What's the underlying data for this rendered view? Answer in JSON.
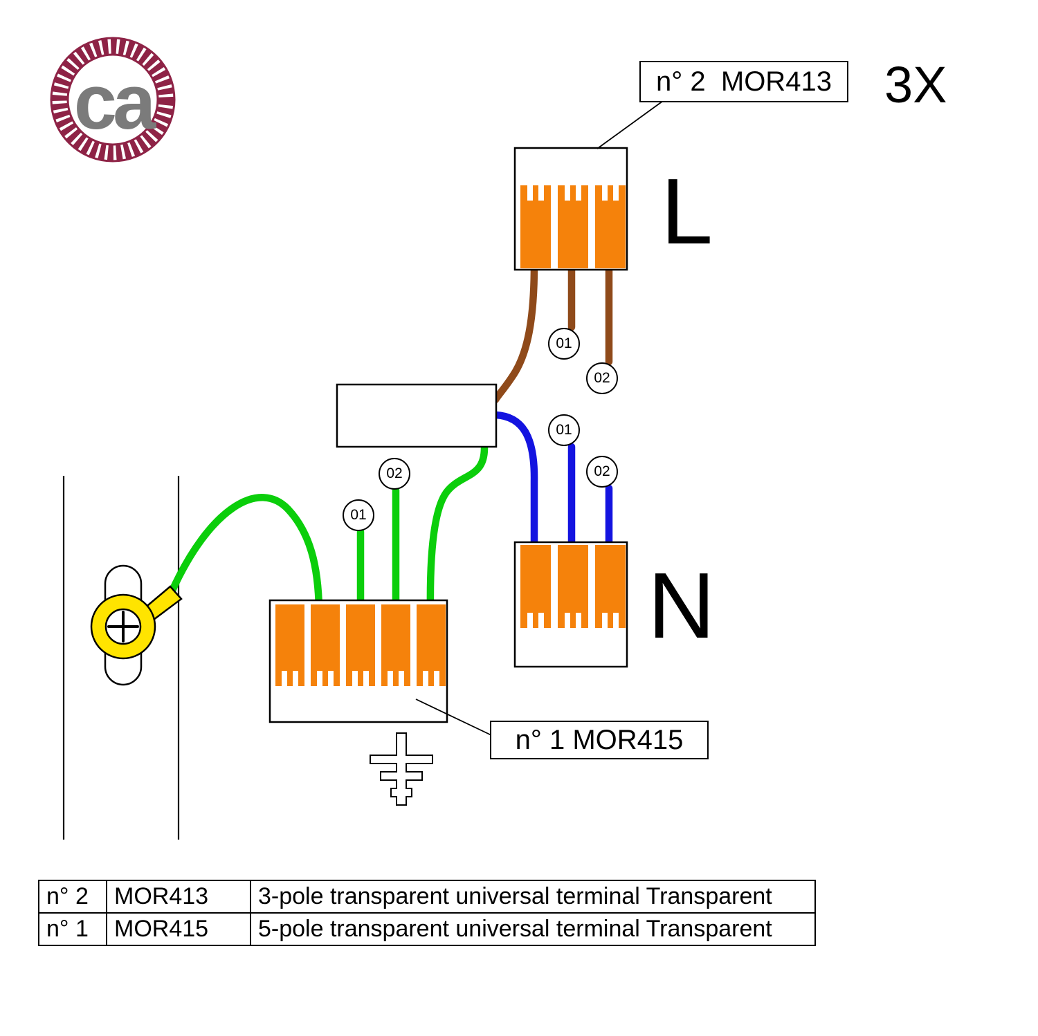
{
  "colors": {
    "orange": "#F5820B",
    "brown": "#8F4A1A",
    "blue": "#1414E0",
    "green": "#0BCE0B",
    "yellow": "#FFE400",
    "maroon": "#8E2346",
    "logo_gray": "#7B7B7B"
  },
  "logo": {
    "text": "ca"
  },
  "labels": {
    "top_box": "n° 2  MOR413",
    "bottom_box": "n° 1 MOR415",
    "multiplier": "3X",
    "phase": "L",
    "neutral": "N"
  },
  "badges": {
    "b01": "01",
    "b02": "02"
  },
  "table": {
    "rows": [
      {
        "qty": "n° 2",
        "code": "MOR413",
        "desc": "3-pole transparent universal terminal Transparent"
      },
      {
        "qty": "n° 1",
        "code": "MOR415",
        "desc": "5-pole transparent universal terminal Transparent"
      }
    ]
  }
}
